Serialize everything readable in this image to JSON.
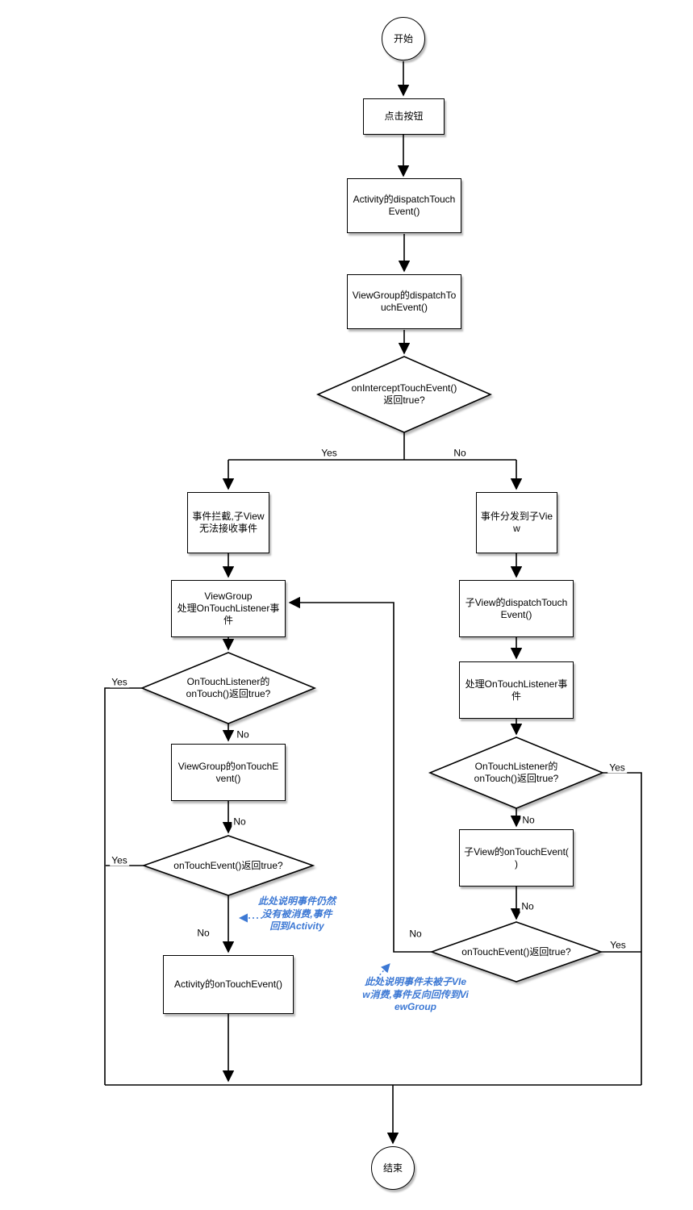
{
  "diagram_title": "Android touch event dispatch flowchart",
  "colors": {
    "line": "#000000",
    "shape_fill": "#ffffff",
    "note_blue": "#3c78d4"
  },
  "nodes": {
    "start": "开始",
    "click_button": "点击按钮",
    "activity_dispatch": "Activity的dispatchTouch\nEvent()",
    "viewgroup_dispatch": "ViewGroup的dispatchTo\nuchEvent()",
    "intercept_q": "onInterceptTouchEvent()\n返回true?",
    "event_intercepted": "事件拦截,子View\n无法接收事件",
    "viewgroup_listener": "ViewGroup\n处理OnTouchListener事\n件",
    "listener_q_left": "OnTouchListener的\nonTouch()返回true?",
    "viewgroup_ontouchevent": "ViewGroup的onTouchE\nvent()",
    "ontouchevent_q_left": "onTouchEvent()返回true?",
    "activity_ontouchevent": "Activity的onTouchEvent()",
    "event_dispatched": "事件分发到子Vie\nw",
    "childview_dispatch": "子View的dispatchTouch\nEvent()",
    "handle_listener": "处理OnTouchListener事\n件",
    "listener_q_right": "OnTouchListener的\nonTouch()返回true?",
    "childview_ontouchevent": "子View的onTouchEvent(\n)",
    "ontouchevent_q_right": "onTouchEvent()返回true?",
    "end": "结束"
  },
  "edge_labels": {
    "yes": "Yes",
    "no": "No"
  },
  "annotations": {
    "left_note": "此处说明事件仍然\n没有被消费,事件\n回到Activity",
    "right_note": "此处说明事件未被子VIe\nw消费,事件反向回传到Vi\newGroup"
  }
}
